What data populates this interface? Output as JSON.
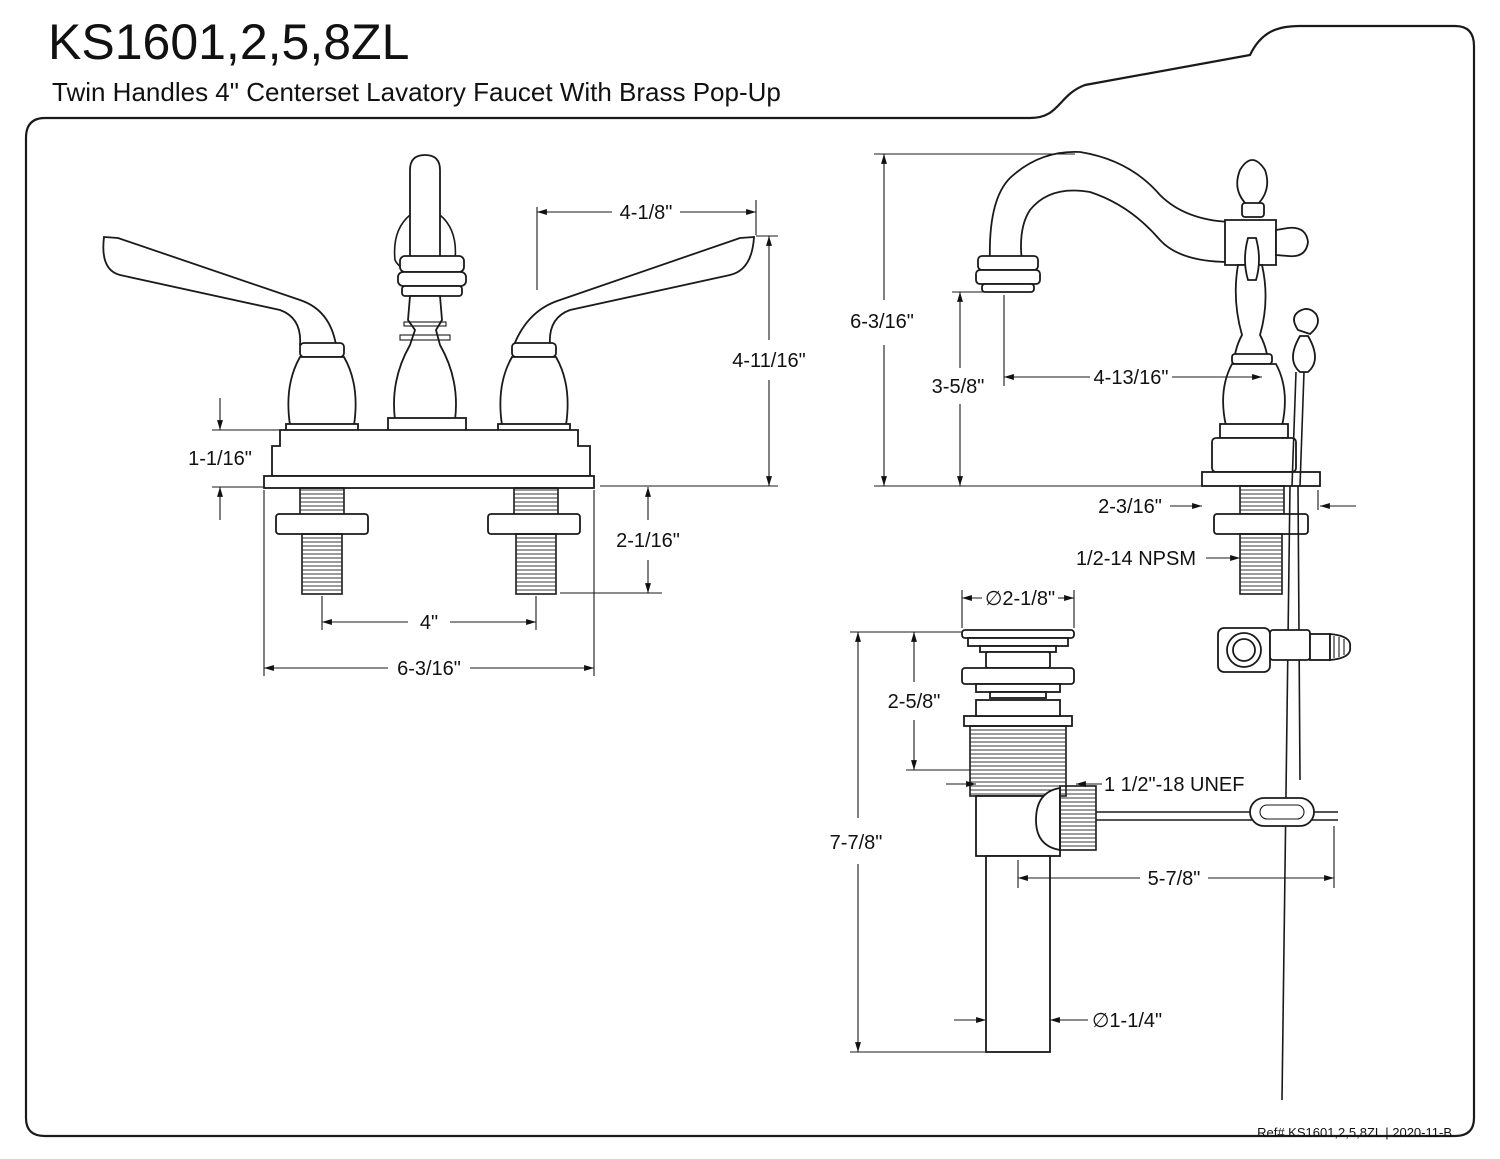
{
  "header": {
    "model": "KS1601,2,5,8ZL",
    "description": "Twin Handles 4\" Centerset Lavatory Faucet With Brass Pop-Up"
  },
  "front_view": {
    "spout_to_handle": "4-1/8\"",
    "overall_height": "4-11/16\"",
    "base_height": "1-1/16\"",
    "shank_length": "2-1/16\"",
    "center_spacing": "4\"",
    "base_width": "6-3/16\""
  },
  "side_view": {
    "overall_height": "6-3/16\"",
    "spout_clearance": "3-5/8\"",
    "spout_reach": "4-13/16\"",
    "base_depth": "2-3/16\"",
    "supply_thread": "1/2-14 NPSM"
  },
  "drain_view": {
    "flange_diameter": "∅2-1/8\"",
    "body_height": "2-5/8\"",
    "overall_length": "7-7/8\"",
    "pivot_thread": "1 1/2\"-18 UNEF",
    "rod_length": "5-7/8\"",
    "tailpiece_diameter": "∅1-1/4\""
  },
  "footer": {
    "reference": "Ref# KS1601,2,5,8ZL | 2020-11-B"
  }
}
